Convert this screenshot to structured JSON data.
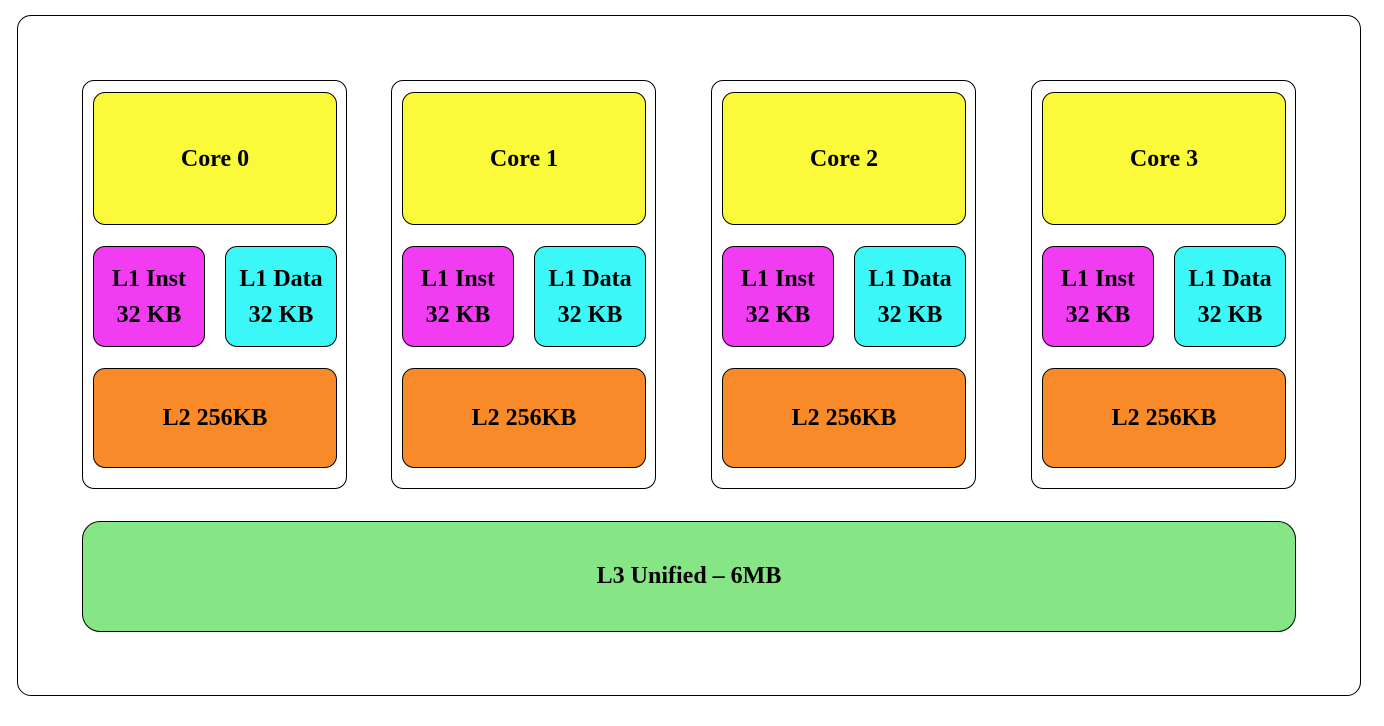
{
  "cores": [
    {
      "name": "Core 0",
      "l1_inst": [
        "L1 Inst",
        "32 KB"
      ],
      "l1_data": [
        "L1 Data",
        "32 KB"
      ],
      "l2": "L2 256KB"
    },
    {
      "name": "Core 1",
      "l1_inst": [
        "L1 Inst",
        "32 KB"
      ],
      "l1_data": [
        "L1 Data",
        "32 KB"
      ],
      "l2": "L2 256KB"
    },
    {
      "name": "Core 2",
      "l1_inst": [
        "L1 Inst",
        "32 KB"
      ],
      "l1_data": [
        "L1 Data",
        "32 KB"
      ],
      "l2": "L2 256KB"
    },
    {
      "name": "Core 3",
      "l1_inst": [
        "L1 Inst",
        "32 KB"
      ],
      "l1_data": [
        "L1 Data",
        "32 KB"
      ],
      "l2": "L2 256KB"
    }
  ],
  "l3": "L3 Unified – 6MB",
  "colors": {
    "core": "#fafa3a",
    "l1_inst": "#f23cf2",
    "l1_data": "#3cf7f7",
    "l2": "#f98a2a",
    "l3": "#86e686"
  }
}
